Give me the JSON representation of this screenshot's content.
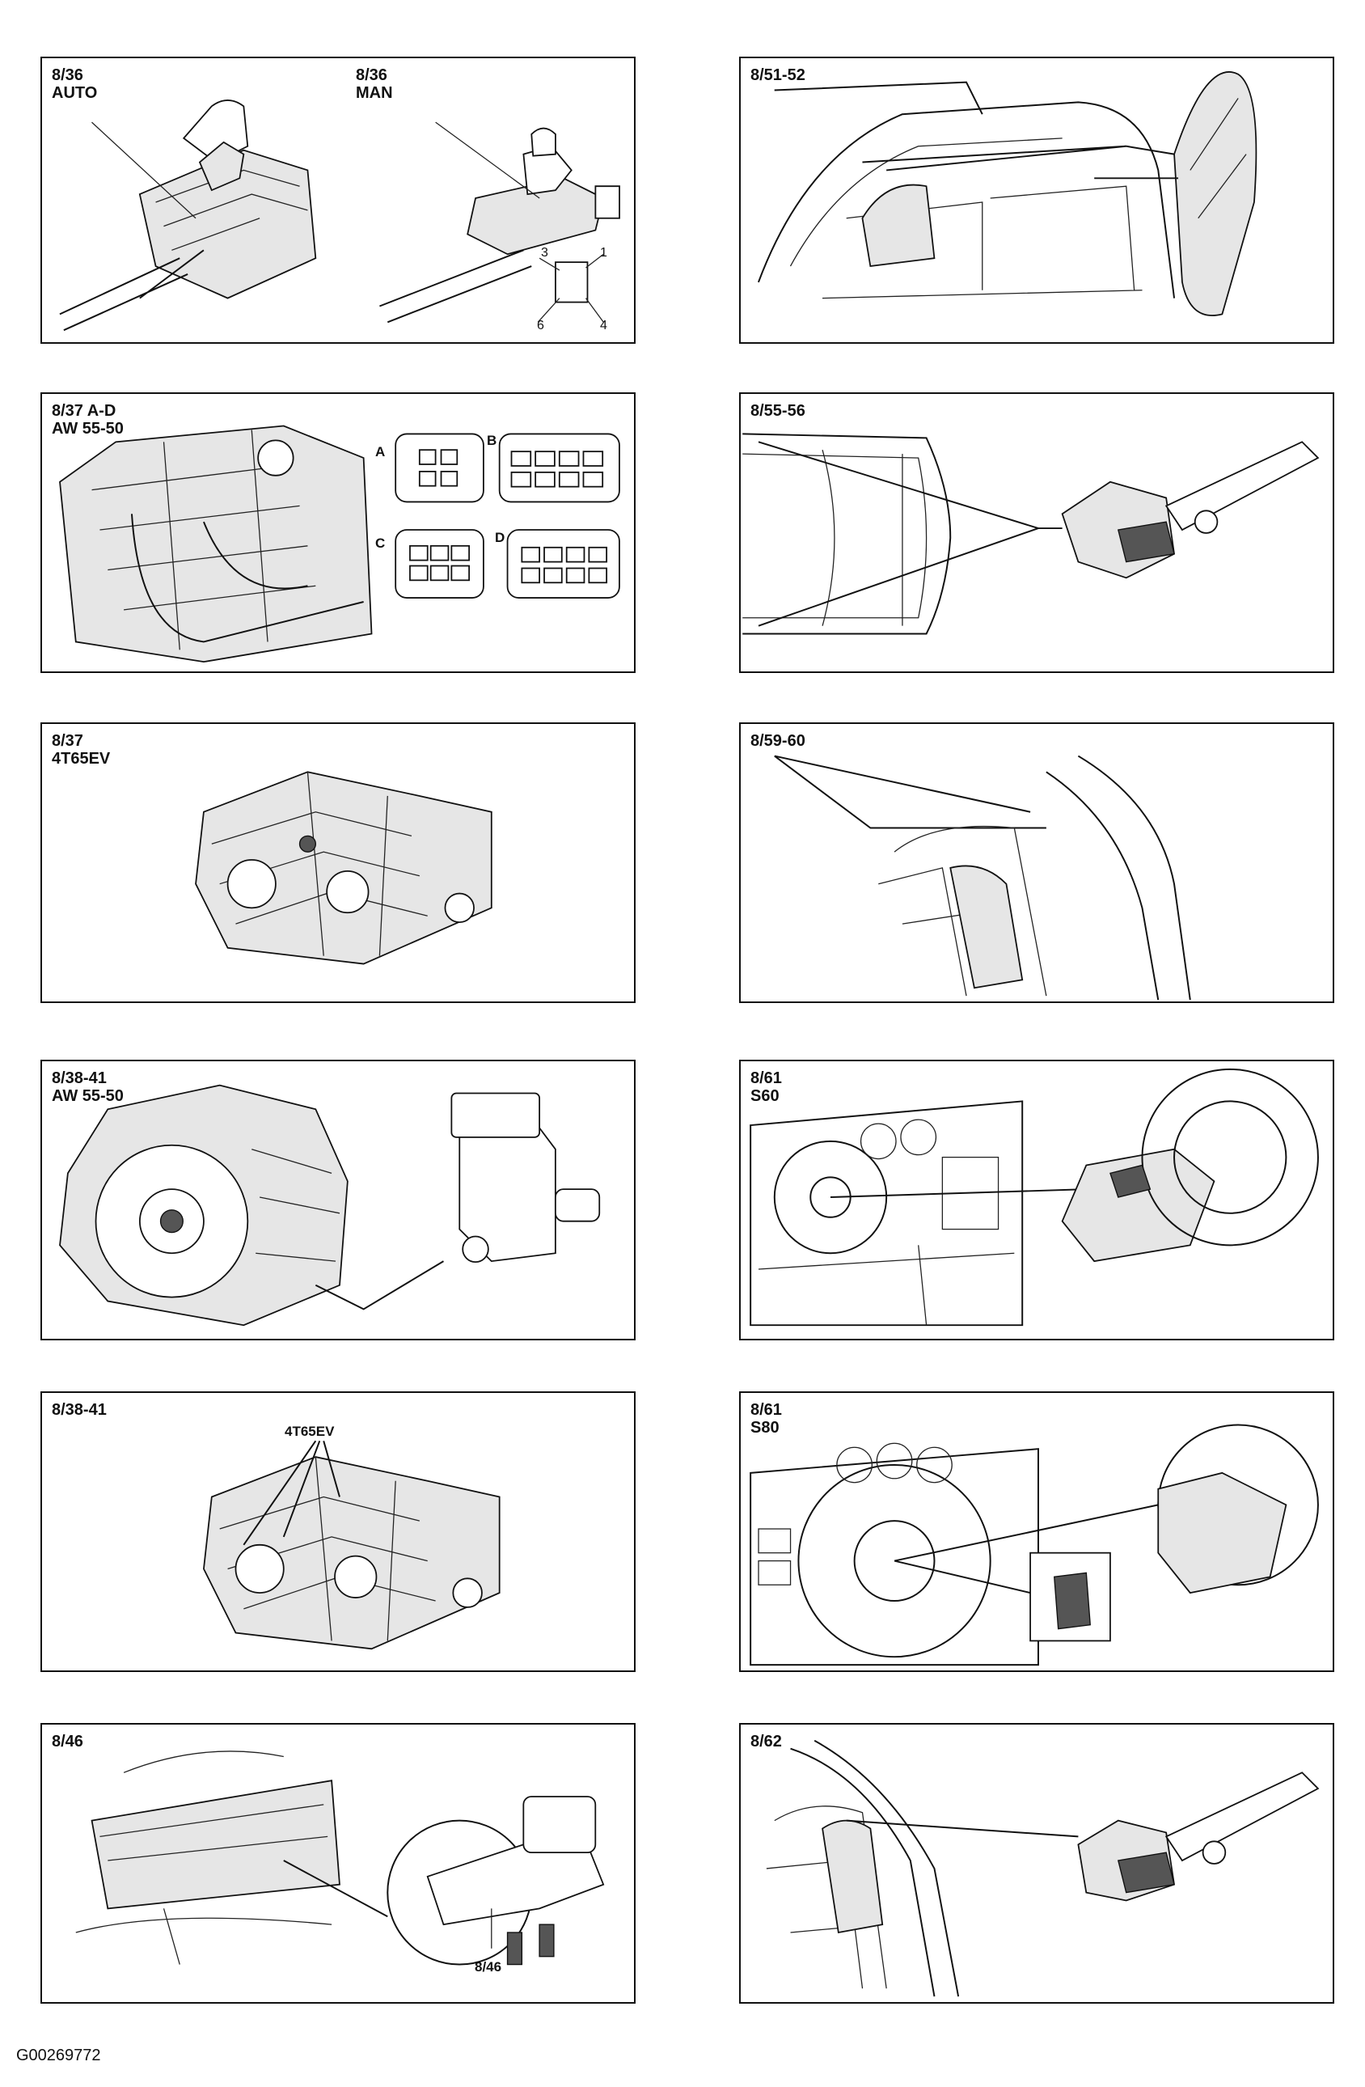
{
  "panels": [
    {
      "id": "p1",
      "lines": [
        "8/36",
        "AUTO"
      ],
      "second": [
        "8/36",
        "MAN"
      ],
      "pins": [
        "3",
        "1",
        "6",
        "4"
      ]
    },
    {
      "id": "p2",
      "lines": [
        "8/51-52"
      ]
    },
    {
      "id": "p3",
      "lines": [
        "8/37 A-D",
        "AW 55-50"
      ],
      "connectors": [
        "A",
        "B",
        "C",
        "D"
      ]
    },
    {
      "id": "p4",
      "lines": [
        "8/55-56"
      ]
    },
    {
      "id": "p5",
      "lines": [
        "8/37",
        "4T65EV"
      ]
    },
    {
      "id": "p6",
      "lines": [
        "8/59-60"
      ]
    },
    {
      "id": "p7",
      "lines": [
        "8/38-41",
        "AW 55-50"
      ]
    },
    {
      "id": "p8",
      "lines": [
        "8/61",
        "S60"
      ]
    },
    {
      "id": "p9",
      "lines": [
        "8/38-41"
      ],
      "callout": "4T65EV"
    },
    {
      "id": "p10",
      "lines": [
        "8/61",
        "S80"
      ]
    },
    {
      "id": "p11",
      "lines": [
        "8/46"
      ],
      "callout": "8/46"
    },
    {
      "id": "p12",
      "lines": [
        "8/62"
      ]
    }
  ],
  "footer": {
    "code": "G00269772"
  }
}
